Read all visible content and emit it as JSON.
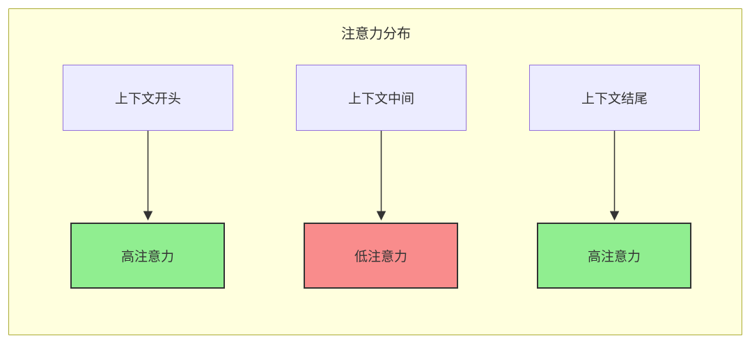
{
  "diagram": {
    "title": "注意力分布",
    "top_nodes": [
      {
        "id": "top-0",
        "label": "上下文开头"
      },
      {
        "id": "top-1",
        "label": "上下文中间"
      },
      {
        "id": "top-2",
        "label": "上下文结尾"
      }
    ],
    "bottom_nodes": [
      {
        "id": "bottom-0",
        "label": "高注意力",
        "level": "high"
      },
      {
        "id": "bottom-1",
        "label": "低注意力",
        "level": "low"
      },
      {
        "id": "bottom-2",
        "label": "高注意力",
        "level": "high"
      }
    ],
    "edges": [
      {
        "from": "上下文开头",
        "to": "高注意力"
      },
      {
        "from": "上下文中间",
        "to": "低注意力"
      },
      {
        "from": "上下文结尾",
        "to": "高注意力"
      }
    ],
    "colors": {
      "container_fill": "#ffffde",
      "container_border": "#aaaa33",
      "top_node_fill": "#ECECFF",
      "top_node_border": "#9370DB",
      "high_attention_fill": "#90EE90",
      "low_attention_fill": "#F98C8C",
      "bottom_node_border": "#333333",
      "arrow": "#333333",
      "text": "#333333"
    }
  }
}
